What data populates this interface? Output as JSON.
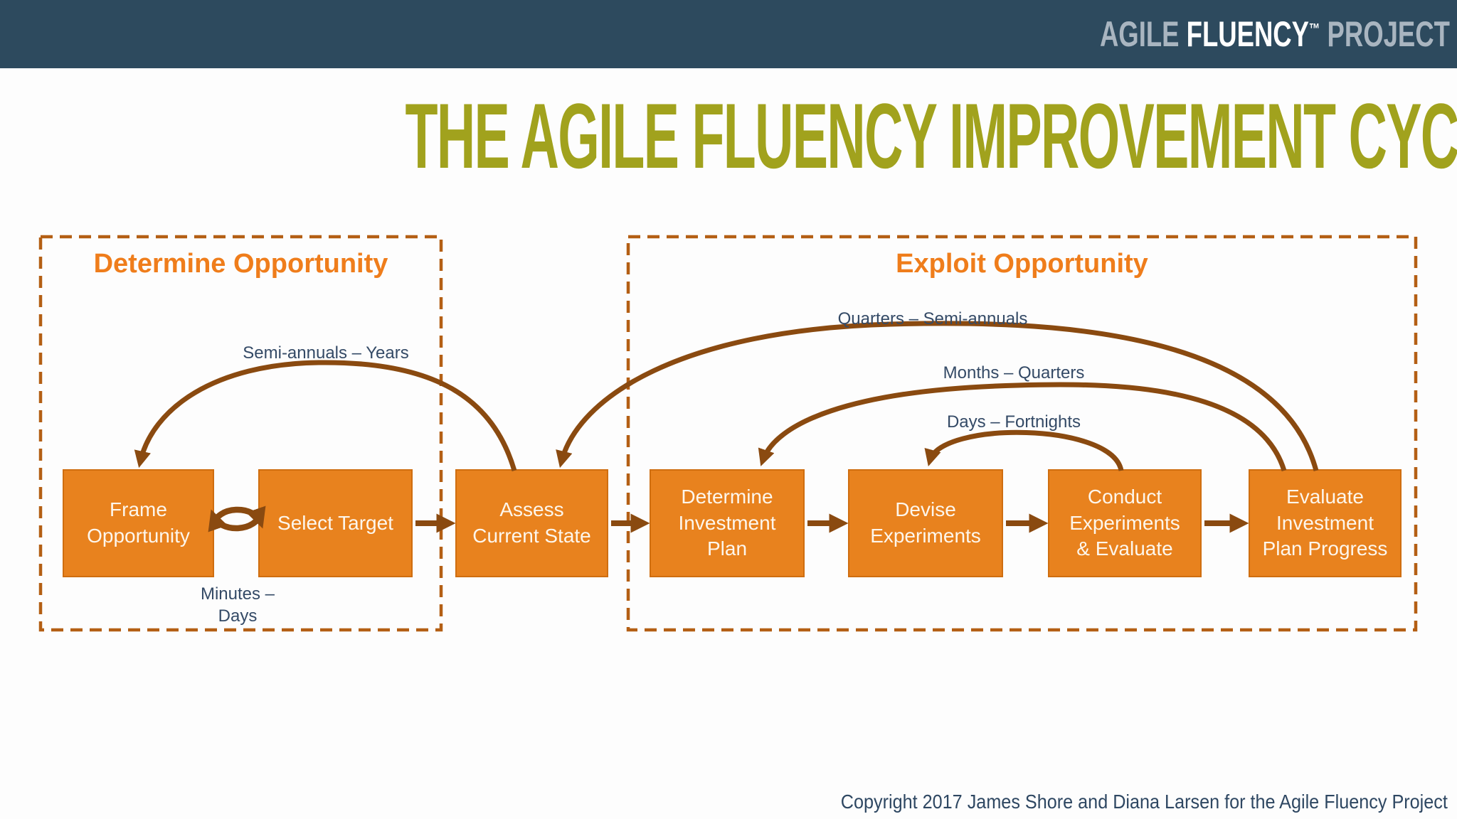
{
  "header": {
    "bar_color": "#2d4a5e",
    "logo": {
      "word1": "AGILE",
      "word2": "FLUENCY",
      "tm": "™",
      "word3": "PROJECT"
    }
  },
  "title": {
    "text": "THE AGILE FLUENCY IMPROVEMENT CYCLE",
    "color": "#a1a21d"
  },
  "groups": [
    {
      "label": "Determine Opportunity"
    },
    {
      "label": "Exploit Opportunity"
    }
  ],
  "process_boxes": [
    {
      "lines": [
        "Frame",
        "Opportunity"
      ]
    },
    {
      "lines": [
        "Select Target"
      ]
    },
    {
      "lines": [
        "Assess",
        "Current State"
      ]
    },
    {
      "lines": [
        "Determine",
        "Investment",
        "Plan"
      ]
    },
    {
      "lines": [
        "Devise",
        "Experiments"
      ]
    },
    {
      "lines": [
        "Conduct",
        "Experiments",
        "& Evaluate"
      ]
    },
    {
      "lines": [
        "Evaluate",
        "Investment",
        "Plan Progress"
      ]
    }
  ],
  "cycle_labels": {
    "semi_annuals_years": "Semi-annuals – Years",
    "quarters_semi_annuals": "Quarters – Semi-annuals",
    "months_quarters": "Months – Quarters",
    "days_fortnights": "Days – Fortnights",
    "minutes_days": {
      "lines": [
        "Minutes –",
        "Days"
      ]
    }
  },
  "footer": {
    "copyright": "Copyright 2017 James Shore and Diana Larsen for the Agile Fluency Project"
  },
  "colors": {
    "box_fill": "#e8821e",
    "box_border": "#cf6e10",
    "box_text": "#fdf6ec",
    "group_border": "#b45f14",
    "group_title": "#ef7d1b",
    "arrow_brown": "#8a4a10",
    "label_text": "#344a66",
    "title_olive": "#a1a21d",
    "bar_navy": "#2d4a5e",
    "copyright_text": "#2e4762"
  }
}
